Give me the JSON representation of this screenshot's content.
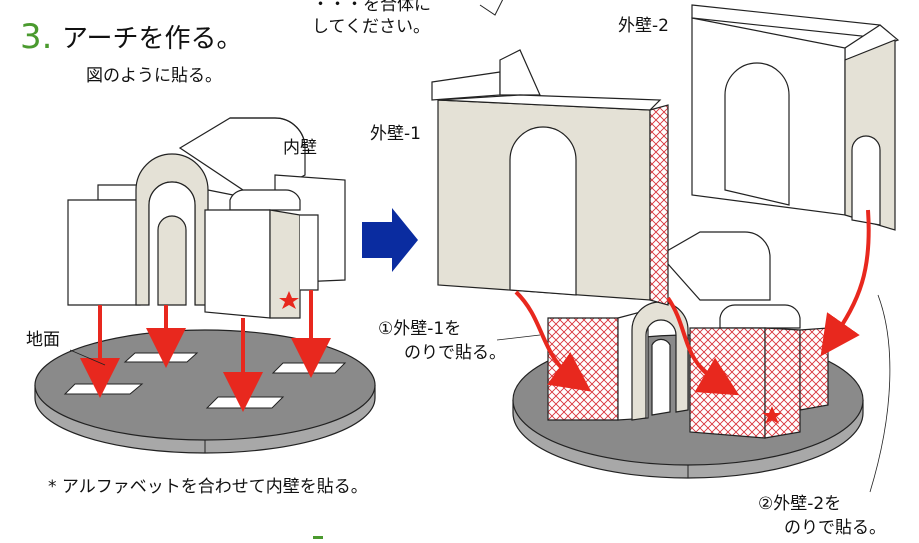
{
  "step": {
    "number": "3.",
    "title": "アーチを作る。",
    "subtitle": "図のように貼る。"
  },
  "callout_top": {
    "line1": "・・・を合体に",
    "line2": "してください。"
  },
  "labels": {
    "inner_wall": "内壁",
    "ground": "地面",
    "outer_wall_1": "外壁-1",
    "outer_wall_2": "外壁-2"
  },
  "notes": {
    "alphabet_note": "* アルファベットを合わせて内壁を貼る。",
    "step1_line1": "①外壁-1を",
    "step1_line2": "のりで貼る。",
    "step2_line1": "②外壁-2を",
    "step2_line2": "のりで貼る。"
  },
  "colors": {
    "step_number": "#4a9a2e",
    "wall_fill": "#e4e1d6",
    "base_gray": "#8a8a8a",
    "arrow_red": "#e8281e",
    "arrow_blue": "#0a2ca0",
    "glue_hatch": "#d8323a"
  }
}
